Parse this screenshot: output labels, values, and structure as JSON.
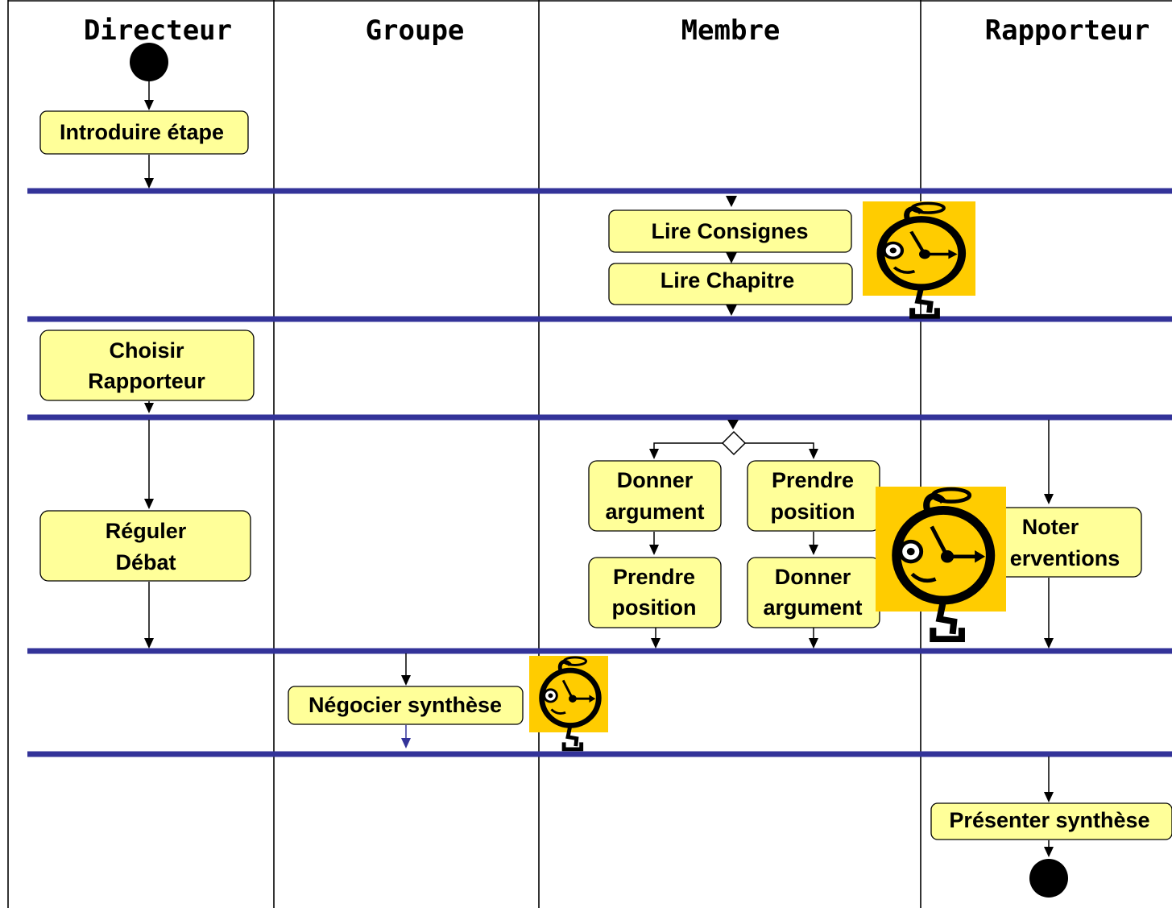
{
  "swimlanes": [
    "Directeur",
    "Groupe",
    "Membre",
    "Rapporteur"
  ],
  "activities": {
    "introduire_etape": [
      "Introduire étape"
    ],
    "lire_consignes": [
      "Lire Consignes"
    ],
    "lire_chapitre": [
      "Lire Chapitre"
    ],
    "choisir_rapporteur": [
      "Choisir",
      "Rapporteur"
    ],
    "donner_argument_1": [
      "Donner",
      "argument"
    ],
    "prendre_position_1": [
      "Prendre",
      "position"
    ],
    "prendre_position_2": [
      "Prendre",
      "position"
    ],
    "donner_argument_2": [
      "Donner",
      "argument"
    ],
    "noter_interventions": [
      "Noter",
      "erventions"
    ],
    "reguler_debat": [
      "Réguler",
      "Débat"
    ],
    "negocier_synthese": [
      "Négocier synthèse"
    ],
    "presenter_synthese": [
      "Présenter synthèse"
    ]
  },
  "colors": {
    "activity_fill": "#ffff99",
    "sync_bar": "#333399",
    "clock_background": "#ffcc00"
  },
  "icons": [
    "initial-node-icon",
    "final-node-icon",
    "decision-diamond-icon",
    "stopwatch-icon"
  ]
}
